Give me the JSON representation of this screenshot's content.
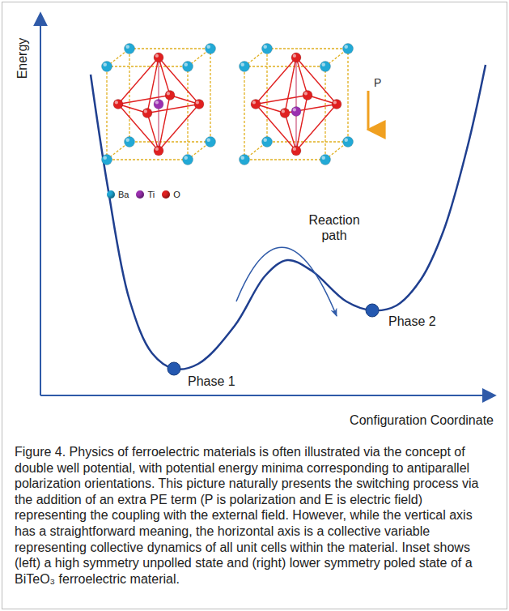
{
  "diagram": {
    "caption": "Figure 4. Physics of ferroelectric materials is often illustrated via the concept of double well potential, with potential energy minima corresponding to antiparallel polarization orientations. This picture naturally presents the switching process via the addition of an extra PE term (P is polarization and E is electric field) representing the coupling with the external field. However, while the vertical axis has a straightforward meaning, the horizontal axis is a collective variable representing collective dynamics of all unit cells within the material. Inset shows (left) a high symmetry unpolled state and (right) lower symmetry poled state of a BiTeO₃ ferroelectric material.",
    "labels": [
      "Energy",
      "Configuration Coordinate",
      "Reaction path",
      "Phase 1",
      "Phase 2",
      "P"
    ],
    "legend": [
      {
        "text": "Ba",
        "color": "#22a9d6"
      },
      {
        "text": "Ti",
        "color": "#9b30b0"
      },
      {
        "text": "O",
        "color": "#e02020"
      }
    ]
  }
}
